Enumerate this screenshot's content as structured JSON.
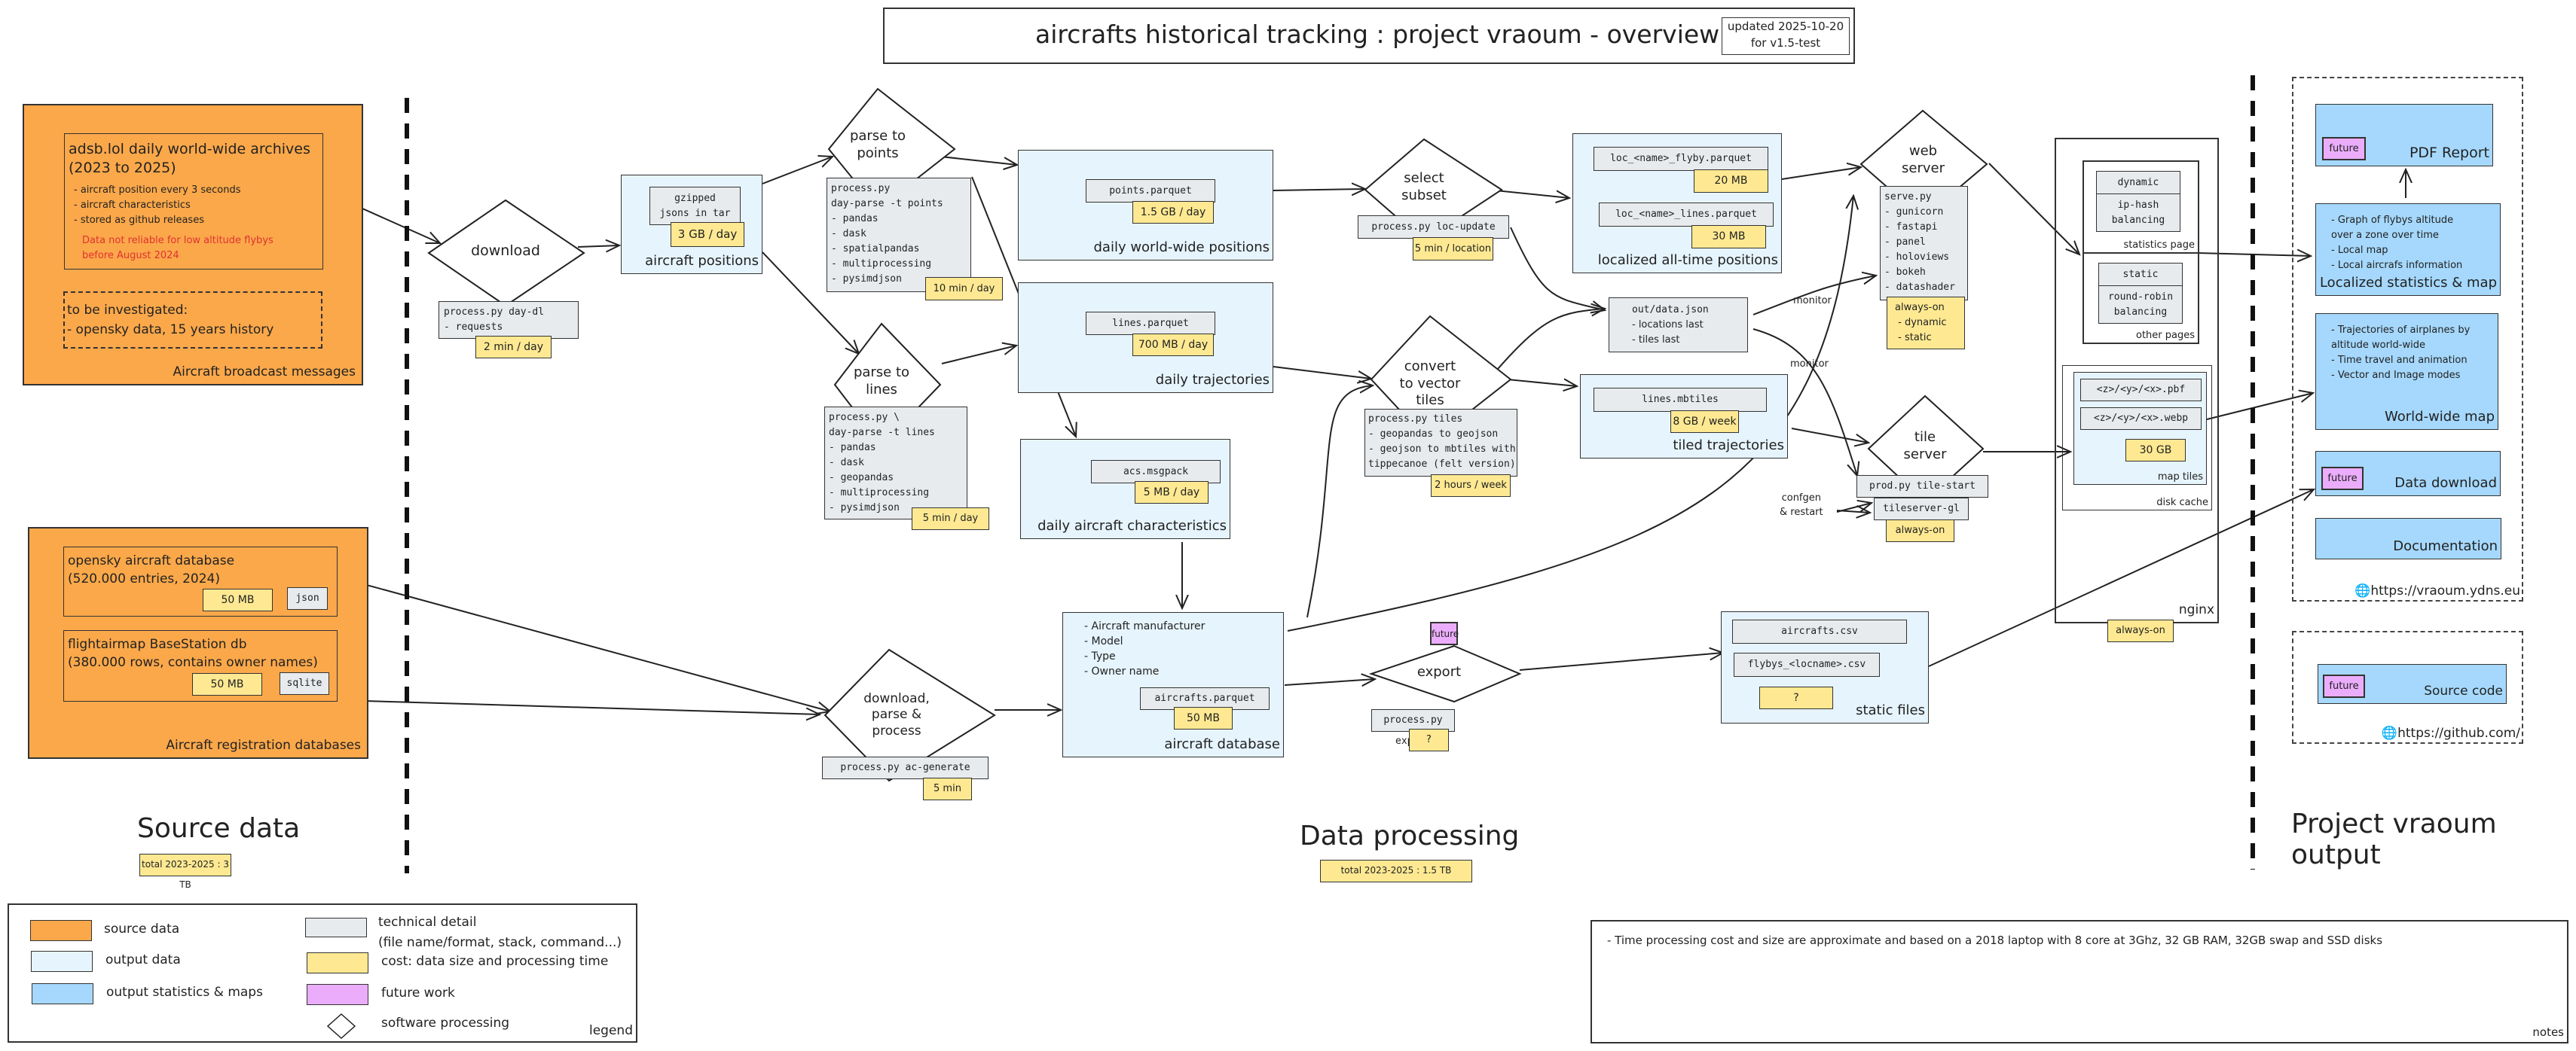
{
  "header": {
    "title": "aircrafts historical tracking : project vraoum - overview",
    "updated_line1": "updated 2025-10-20",
    "updated_line2": "for v1.5-test"
  },
  "sections": {
    "source": {
      "title": "Source data",
      "total": "total 2023-2025 :  3 TB"
    },
    "processing": {
      "title": "Data processing",
      "total": "total 2023-2025 :  1.5 TB"
    },
    "output": {
      "title": "Project vraoum output"
    }
  },
  "source_data": {
    "broadcast": {
      "caption": "Aircraft broadcast messages",
      "adsb_title1": "adsb.lol daily world-wide archives",
      "adsb_title2": "(2023 to 2025)",
      "adsb_items": [
        "- aircraft position every 3 seconds",
        "- aircraft characteristics",
        "- stored as github releases"
      ],
      "adsb_warning1": "Data not reliable for low altitude flybys",
      "adsb_warning2": "before August 2024",
      "investigate1": "to be investigated:",
      "investigate2": "- opensky data, 15 years history"
    },
    "registration": {
      "caption": "Aircraft registration databases",
      "opensky1": "opensky aircraft database",
      "opensky2": "(520.000 entries, 2024)",
      "opensky_size": "50 MB",
      "opensky_format": "json",
      "fam1": "flightairmap BaseStation db",
      "fam2": "(380.000 rows, contains owner names)",
      "fam_size": "50 MB",
      "fam_format": "sqlite"
    }
  },
  "processes": {
    "download": {
      "label": "download",
      "cmd": "process.py day-dl\n- requests",
      "cost": "2 min / day"
    },
    "parse_points": {
      "label1": "parse to",
      "label2": "points",
      "cmd": "process.py\nday-parse -t points\n- pandas\n- dask\n- spatialpandas\n- multiprocessing\n- pysimdjson",
      "cost": "10 min / day"
    },
    "parse_lines": {
      "label1": "parse to",
      "label2": "lines",
      "cmd": "process.py \\\nday-parse -t lines\n- pandas\n- dask\n- geopandas\n- multiprocessing\n- pysimdjson",
      "cost": "5 min / day"
    },
    "ac_generate": {
      "label1": "download,",
      "label2": "parse &",
      "label3": "process",
      "cmd": "process.py ac-generate",
      "cost": "5 min"
    },
    "select_subset": {
      "label1": "select",
      "label2": "subset",
      "cmd": "process.py loc-update",
      "cost": "5 min / location"
    },
    "tiles": {
      "label1": "convert",
      "label2": "to vector",
      "label3": "tiles",
      "cmd": "process.py tiles\n- geopandas to geojson\n- geojson to mbtiles with\ntippecanoe (felt version)",
      "cost": "2 hours / week"
    },
    "export": {
      "label": "export",
      "future": "future",
      "cmd": "process.py export",
      "cost": "?"
    },
    "web_server": {
      "label1": "web",
      "label2": "server",
      "cmd": "serve.py\n- gunicorn\n- fastapi\n- panel\n- holoviews\n- bokeh\n- datashader",
      "cost": "always-on\n - dynamic\n - static"
    },
    "tile_server": {
      "label1": "tile",
      "label2": "server",
      "cmd1": "prod.py tile-start",
      "cmd2": "tileserver-gl",
      "cost": "always-on"
    }
  },
  "outputs": {
    "aircraft_positions": {
      "caption": "aircraft positions",
      "file": "gzipped\njsons in tar",
      "size": "3 GB / day"
    },
    "daily_positions": {
      "caption": "daily world-wide positions",
      "file": "points.parquet",
      "size": "1.5 GB / day"
    },
    "daily_trajectories": {
      "caption": "daily trajectories",
      "file": "lines.parquet",
      "size": "700 MB / day"
    },
    "daily_characteristics": {
      "caption": "daily aircraft characteristics",
      "file": "acs.msgpack",
      "size": "5 MB / day"
    },
    "aircraft_database": {
      "caption": "aircraft database",
      "items": [
        "- Aircraft manufacturer",
        "- Model",
        "- Type",
        "- Owner name"
      ],
      "file": "aircrafts.parquet",
      "size": "50 MB"
    },
    "localized": {
      "caption": "localized all-time positions",
      "file1": "loc_<name>_flyby.parquet",
      "size1": "20 MB",
      "file2": "loc_<name>_lines.parquet",
      "size2": "30 MB"
    },
    "data_json": {
      "file": "out/data.json",
      "items": [
        "- locations last",
        "- tiles last"
      ]
    },
    "tiled_trajectories": {
      "caption": "tiled trajectories",
      "file": "lines.mbtiles",
      "size": "8 GB / week"
    },
    "static_files": {
      "caption": "static files",
      "file1": "aircrafts.csv",
      "file2": "flybys_<locname>.csv",
      "size": "?"
    }
  },
  "edge_labels": {
    "monitor1": "monitor",
    "monitor2": "monitor",
    "confgen1": "confgen",
    "confgen2": "& restart"
  },
  "nginx": {
    "caption": "nginx",
    "cost": "always-on",
    "stats_caption": "statistics page",
    "stats_mode": "dynamic",
    "stats_balance": "ip-hash\nbalancing",
    "other_caption": "other pages",
    "other_mode": "static",
    "other_balance": "round-robin\nbalancing",
    "cache_caption": "disk cache",
    "tiles_caption": "map tiles",
    "tile_pbf": "<z>/<y>/<x>.pbf",
    "tile_webp": "<z>/<y>/<x>.webp",
    "tile_size": "30 GB"
  },
  "project_output": {
    "site_url": "https://vraoum.ydns.eu",
    "repo_url": "https://github.com/",
    "pdf": {
      "caption": "PDF Report",
      "future": "future"
    },
    "localized": {
      "caption": "Localized statistics & map",
      "items": [
        "- Graph of flybys altitude",
        "over a zone over time",
        "- Local map",
        "- Local aircrafs information"
      ]
    },
    "worldmap": {
      "caption": "World-wide map",
      "items": [
        "- Trajectories of airplanes by",
        "altitude world-wide",
        "- Time travel and animation",
        "- Vector and Image modes"
      ]
    },
    "download": {
      "caption": "Data download",
      "future": "future"
    },
    "docs": {
      "caption": "Documentation"
    },
    "source_code": {
      "caption": "Source code",
      "future": "future"
    }
  },
  "legend": {
    "caption": "legend",
    "source": "source data",
    "output": "output data",
    "stats": "output statistics & maps",
    "tech1": "technical detail",
    "tech2": "(file name/format, stack, command...)",
    "cost": "cost: data size and processing time",
    "future": "future work",
    "process": "software processing"
  },
  "notes": {
    "caption": "notes",
    "text": "- Time processing cost and size are approximate and based on a 2018 laptop with 8 core at 3Ghz, 32 GB RAM, 32GB swap and SSD disks"
  },
  "colors": {
    "source": "#fba84a",
    "output": "#e6f4fd",
    "stats": "#a5d8fc",
    "tech": "#e8ebee",
    "cost": "#fee992",
    "future": "#ebadfb",
    "warning": "#e03131",
    "globe": "#1c9be6"
  }
}
